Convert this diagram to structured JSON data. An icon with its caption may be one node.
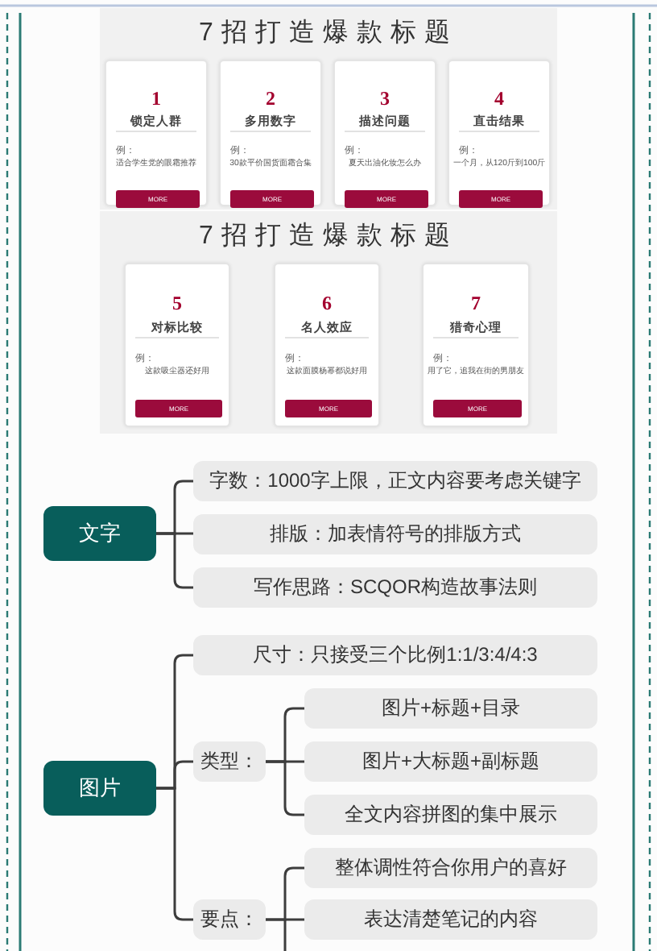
{
  "diagram": {
    "nodes": [
      {
        "text": [
          "7招打造爆款标题"
        ]
      },
      {
        "text": [
          "1",
          "锁定人群",
          "例：",
          "适合学生党的眼霜推荐"
        ],
        "in": 0
      },
      {
        "text": [
          "MORE"
        ],
        "in": 1
      },
      {
        "text": [
          "2",
          "多用数字",
          "例：",
          "30款平价国货面霜合集"
        ],
        "in": 0
      },
      {
        "text": [
          "MORE"
        ],
        "in": 3
      },
      {
        "text": [
          "3",
          "描述问题",
          "例：",
          "夏天出油化妆怎么办"
        ],
        "in": 0
      },
      {
        "text": [
          "MORE"
        ],
        "in": 5
      },
      {
        "text": [
          "4",
          "直击结果",
          "例：",
          "一个月，从120斤到100斤"
        ],
        "in": 0
      },
      {
        "text": [
          "MORE"
        ],
        "in": 7
      },
      {
        "text": [
          "7招打造爆款标题"
        ]
      },
      {
        "text": [
          "5",
          "对标比较",
          "例：",
          "这款吸尘器还好用"
        ],
        "in": 9
      },
      {
        "text": [
          "MORE"
        ],
        "in": 10
      },
      {
        "text": [
          "6",
          "名人效应",
          "例：",
          "这款面膜杨幂都说好用"
        ],
        "in": 9
      },
      {
        "text": [
          "MORE"
        ],
        "in": 12
      },
      {
        "text": [
          "7",
          "猎奇心理",
          "例：",
          "用了它，追我在街的男朋友"
        ],
        "in": 9
      },
      {
        "text": [
          "MORE"
        ],
        "in": 14
      },
      {
        "text": [
          "文字"
        ]
      },
      {
        "text": [
          "字数：1000字上限，正文内容要考虑关键字"
        ]
      },
      {
        "text": [
          "排版：加表情符号的排版方式"
        ]
      },
      {
        "text": [
          "写作思路：SCQOR构造故事法则"
        ]
      },
      {
        "text": [
          "图片"
        ]
      },
      {
        "text": [
          "尺寸：只接受三个比例1:1/3:4/4:3"
        ]
      },
      {
        "text": [
          "类型："
        ]
      },
      {
        "text": [
          "图片+标题+目录"
        ]
      },
      {
        "text": [
          "图片+大标题+副标题"
        ]
      },
      {
        "text": [
          "全文内容拼图的集中展示"
        ]
      },
      {
        "text": [
          "要点："
        ]
      },
      {
        "text": [
          "整体调性符合你用户的喜好"
        ]
      },
      {
        "text": [
          "表达清楚笔记的内容"
        ]
      }
    ],
    "edges": [
      {
        "from": 16,
        "to": 17,
        "arrow": "none"
      },
      {
        "from": 16,
        "to": 18,
        "arrow": "none"
      },
      {
        "from": 16,
        "to": 19,
        "arrow": "none"
      },
      {
        "from": 20,
        "to": 21,
        "arrow": "none"
      },
      {
        "from": 20,
        "to": 22,
        "arrow": "none"
      },
      {
        "from": 20,
        "to": 26,
        "arrow": "none"
      },
      {
        "from": 22,
        "to": 23,
        "arrow": "none"
      },
      {
        "from": 22,
        "to": 24,
        "arrow": "none"
      },
      {
        "from": 22,
        "to": 25,
        "arrow": "none"
      },
      {
        "from": 26,
        "to": 27,
        "arrow": "none"
      },
      {
        "from": 26,
        "to": 28,
        "arrow": "none"
      }
    ]
  }
}
